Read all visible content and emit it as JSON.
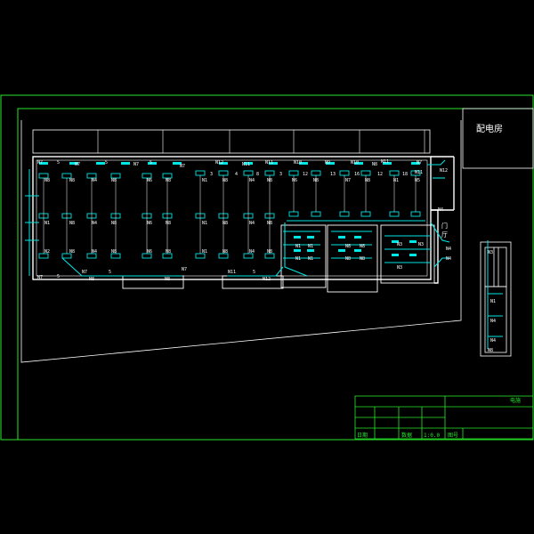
{
  "drawing": {
    "room_label": "配电房",
    "door_label_1": "门",
    "door_label_2": "厅",
    "title_block": {
      "top_right": "电施",
      "label_1": "日期",
      "label_2": "数据",
      "label_3": "1:0.0",
      "label_4": "图号"
    }
  },
  "tags": {
    "N1": "N1",
    "N2": "N2",
    "N3": "N3",
    "N4": "N4",
    "N5": "N5",
    "N6": "N6",
    "N7": "N7",
    "N8": "N8",
    "N9": "N9",
    "N10": "N10",
    "N11": "N11",
    "N12": "N12"
  },
  "counts": {
    "c3": "3",
    "c4": "4",
    "c5": "5",
    "c8": "8",
    "c12": "12",
    "c13": "13",
    "c16": "16",
    "c18": "18",
    "c12b": "12"
  },
  "colors": {
    "frame": "#29e629",
    "wall": "#ffffff",
    "wire": "#00e5e5",
    "text": "#ffffff"
  }
}
